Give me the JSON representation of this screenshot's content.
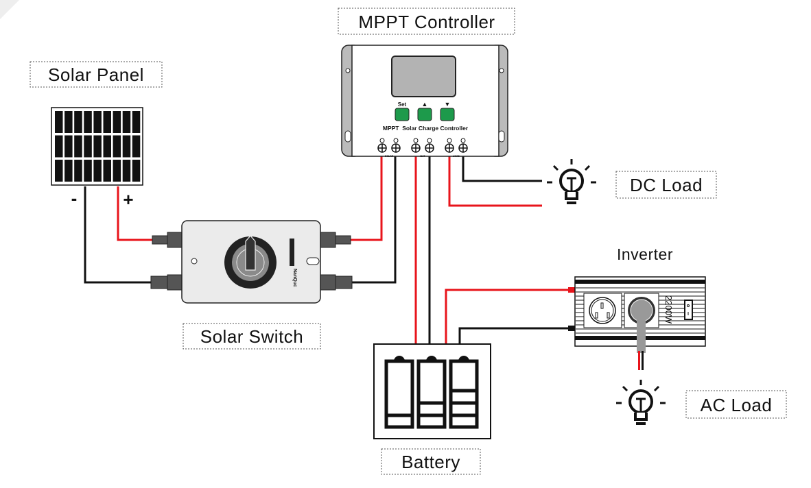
{
  "labels": {
    "solar_panel": "Solar Panel",
    "mppt_controller": "MPPT Controller",
    "dc_load": "DC Load",
    "inverter": "Inverter",
    "solar_switch": "Solar Switch",
    "ac_load": "AC Load",
    "battery": "Battery"
  },
  "solar_panel": {
    "minus": "-",
    "plus": "+"
  },
  "controller": {
    "set_label": "Set",
    "up_label": "▲",
    "down_label": "▼",
    "title": "MPPT  Solar Charge Controller",
    "terminal_solar": "SOLAR",
    "terminal_bat": "BAT",
    "terminal_load": "LOAD",
    "button_color": "#1d9a4b"
  },
  "switch": {
    "brand": "NanQuc"
  },
  "inverter": {
    "power": "2200W"
  },
  "colors": {
    "positive_wire": "#e8141b",
    "negative_wire": "#111111"
  }
}
